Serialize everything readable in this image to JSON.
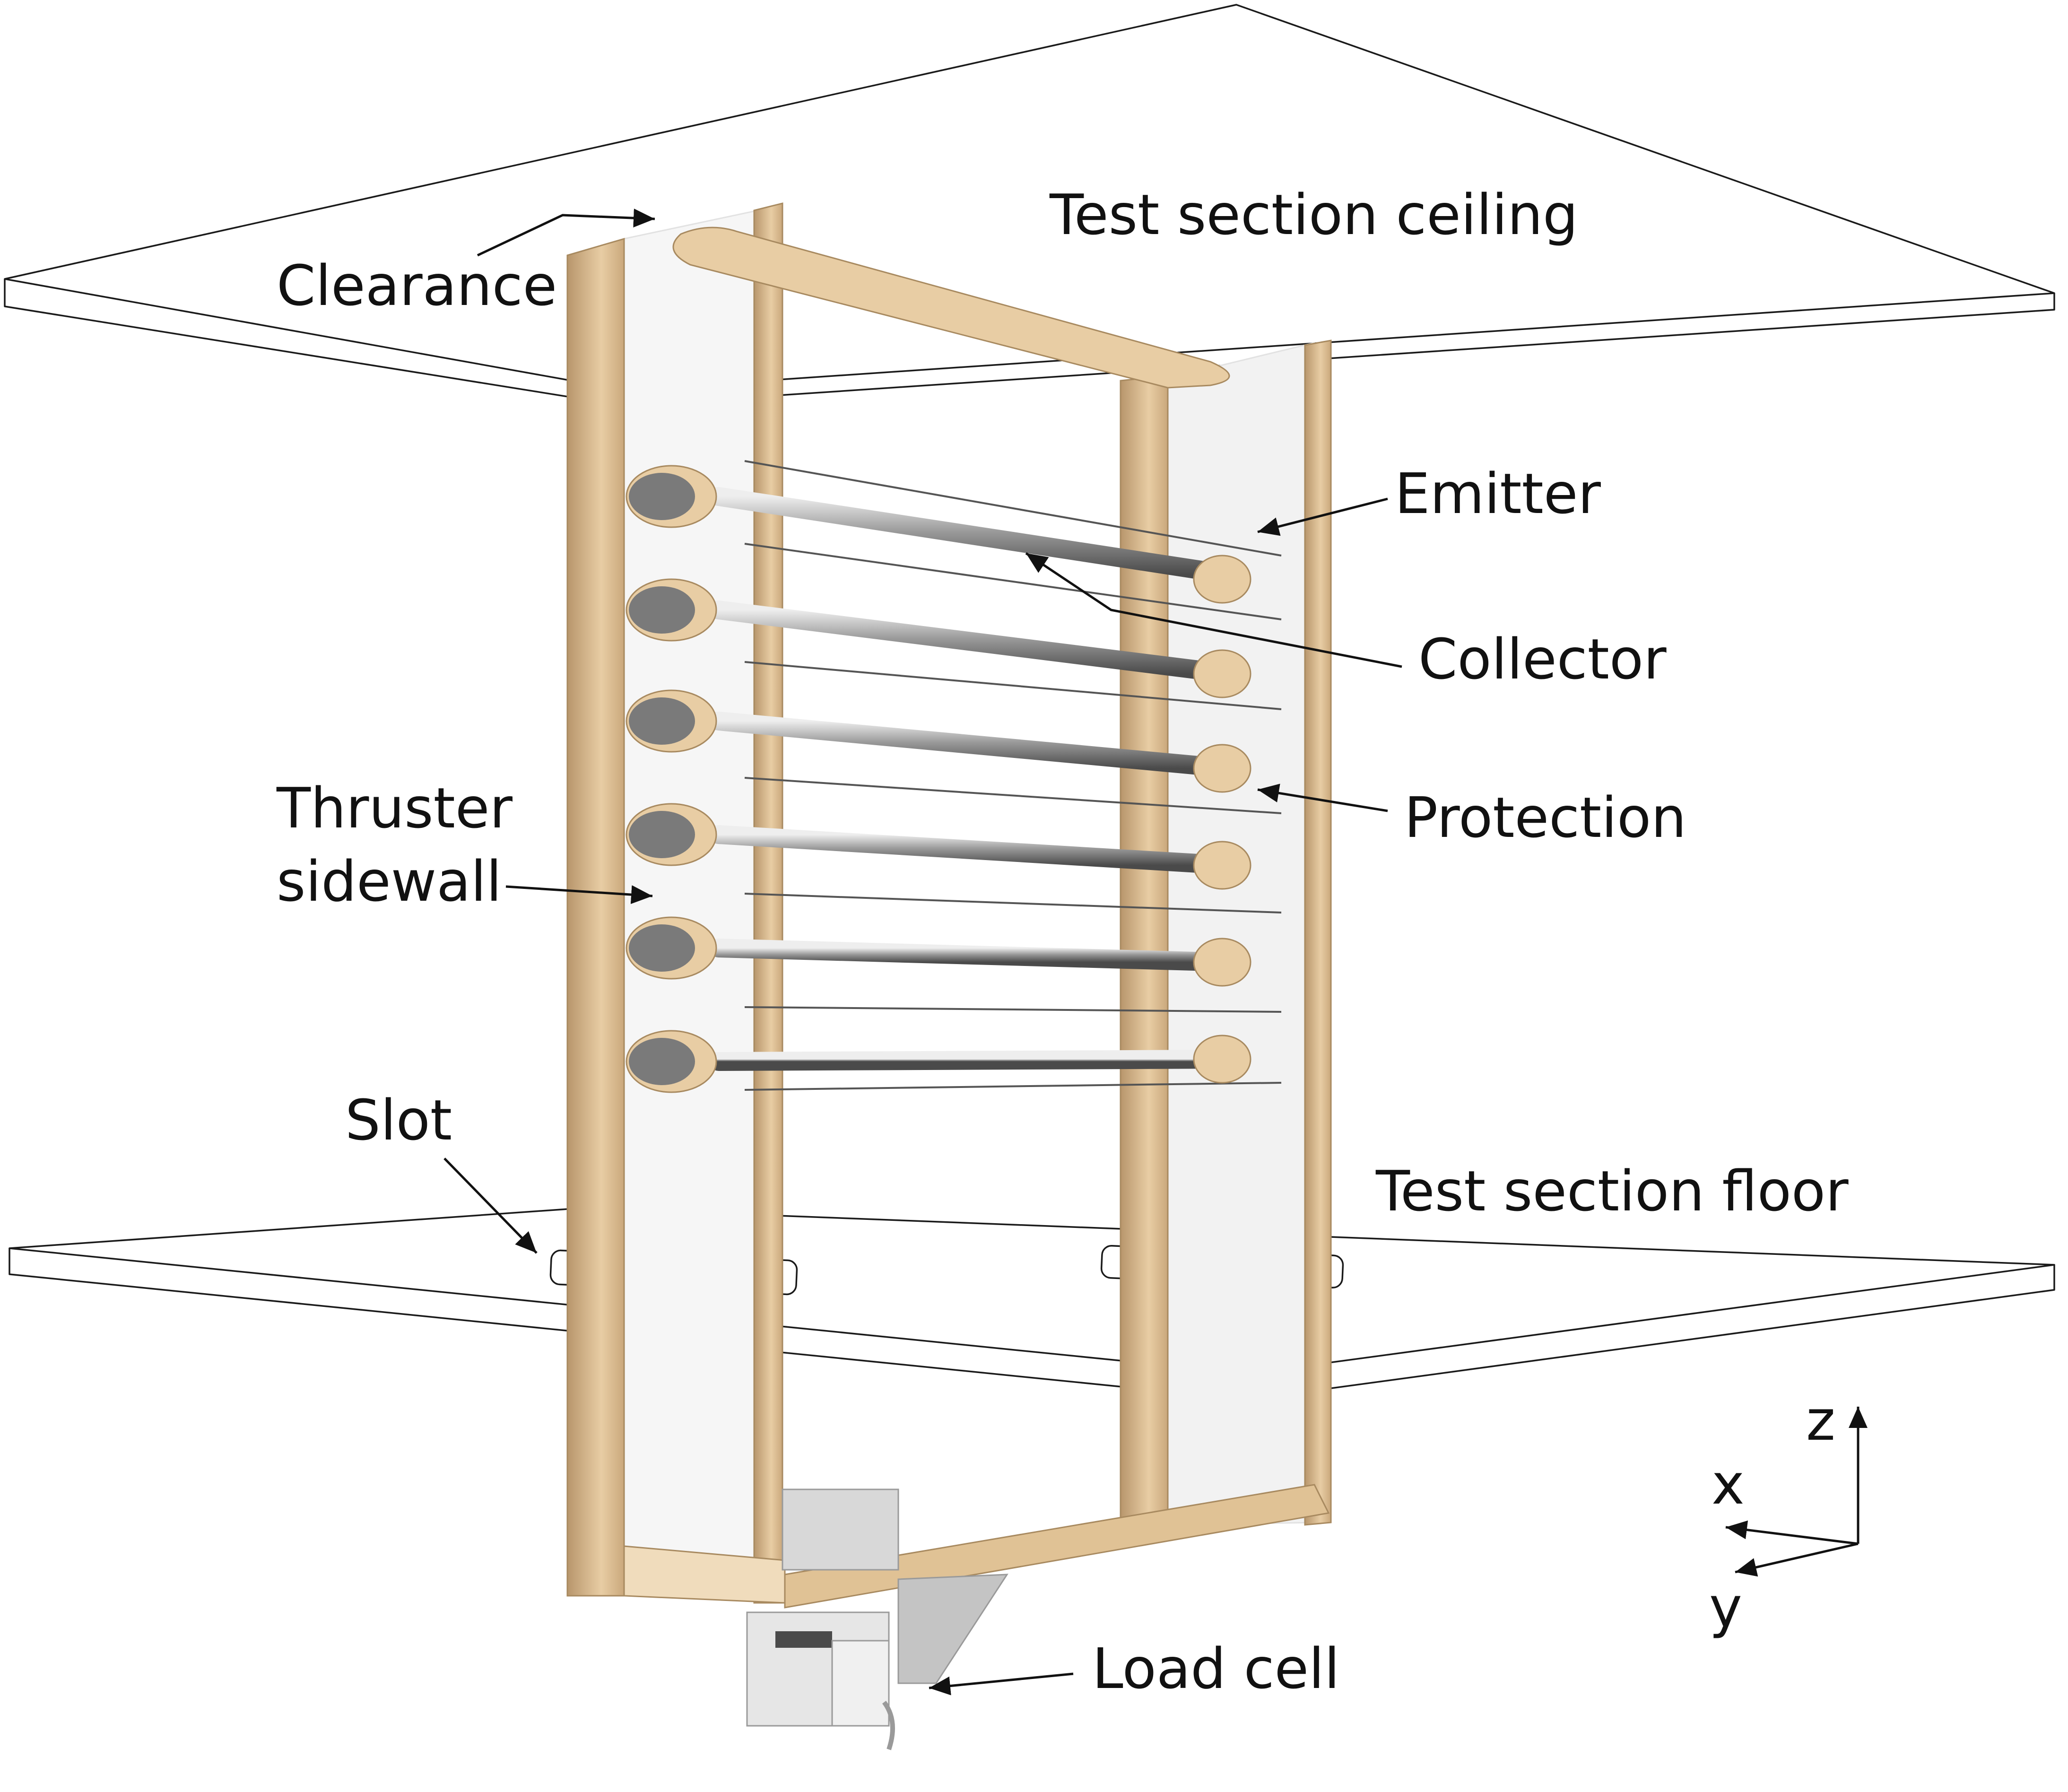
{
  "labels": {
    "ceiling": "Test section ceiling",
    "clearance": "Clearance",
    "emitter": "Emitter",
    "collector": "Collector",
    "protection": "Protection",
    "thruster_sidewall_line1": "Thruster",
    "thruster_sidewall_line2": "sidewall",
    "slot": "Slot",
    "floor": "Test section floor",
    "load_cell": "Load cell"
  },
  "axes": {
    "z": "z",
    "x": "x",
    "y": "y"
  },
  "colors": {
    "wood": "#e8cda4",
    "wood_dark": "#b8966c",
    "metal": "#b5b5b5",
    "cap": "#7a7a7a",
    "load_cell": "#d8d8d8"
  }
}
